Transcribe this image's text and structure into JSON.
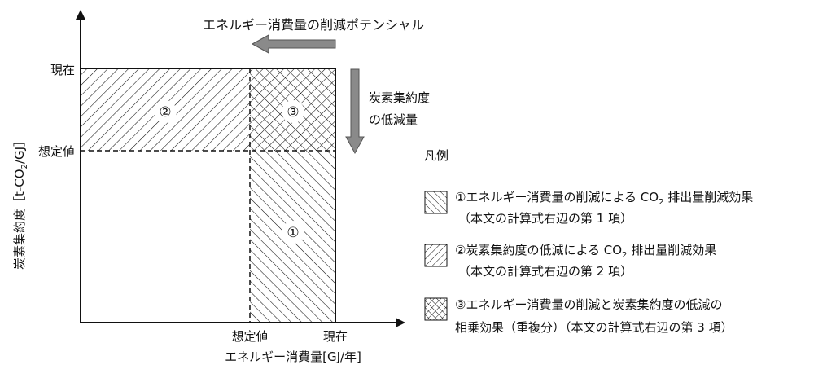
{
  "diagram": {
    "top_label": "エネルギー消費量の削減ポテンシャル",
    "right_arrow_label": [
      "炭素集約度",
      "の低減量"
    ],
    "y_axis_title": "炭素集約度［t-CO2/GJ］",
    "y_axis_title_parts": {
      "before": "炭素集約度［t-CO",
      "sub": "2",
      "after": "/GJ］"
    },
    "x_axis_title": "エネルギー消費量[GJ/年]",
    "y_ticks": {
      "current": "現在",
      "assumed": "想定値"
    },
    "x_ticks": {
      "assumed": "想定値",
      "current": "現在"
    },
    "regions": {
      "r1": "①",
      "r2": "②",
      "r3": "③"
    }
  },
  "legend": {
    "title": "凡例",
    "items": [
      {
        "pattern": "hatch-backslash",
        "line1_before": "①エネルギー消費量の削減による CO",
        "line1_sub": "2",
        "line1_after": " 排出量削減効果",
        "line2": "（本文の計算式右辺の第 1 項）"
      },
      {
        "pattern": "hatch-slash",
        "line1_before": "②炭素集約度の低減による CO",
        "line1_sub": "2",
        "line1_after": " 排出量削減効果",
        "line2": "（本文の計算式右辺の第 2 項）"
      },
      {
        "pattern": "hatch-cross",
        "line1_before": "③エネルギー消費量の削減と炭素集約度の低減の",
        "line1_sub": "",
        "line1_after": "",
        "line2": "相乗効果（重複分）（本文の計算式右辺の第 3 項）"
      }
    ]
  },
  "colors": {
    "line": "#111111",
    "arrow_fill": "#8a8a8a",
    "arrow_stroke": "#555555"
  }
}
